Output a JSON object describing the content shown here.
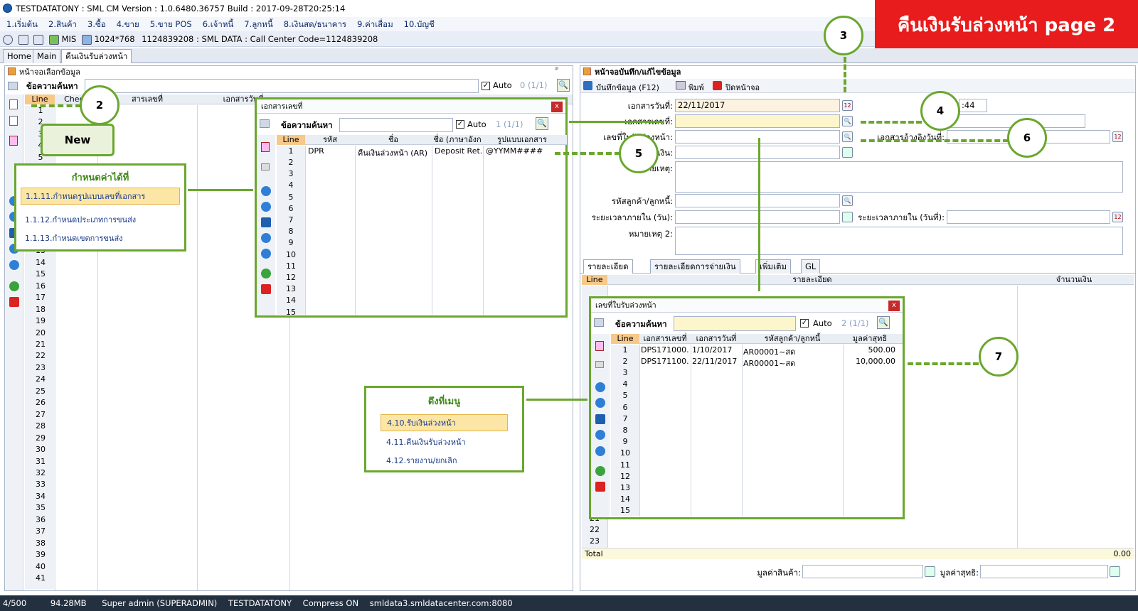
{
  "window": {
    "title": "TESTDATATONY : SML CM Version : 1.0.6480.36757  Build : 2017-09-28T20:25:14"
  },
  "banner": {
    "text": "คืนเงินรับล่วงหน้า  page 2"
  },
  "menu": [
    "1.เริ่มต้น",
    "2.สินค้า",
    "3.ซื้อ",
    "4.ขาย",
    "5.ขาย POS",
    "6.เจ้าหนี้",
    "7.ลูกหนี้",
    "8.เงินสด/ธนาคาร",
    "9.ค่าเสื่อม",
    "10.บัญชี"
  ],
  "toolbar": {
    "mis": "MIS",
    "resolution": "1024*768",
    "info": "1124839208 : SML DATA : Call Center Code=1124839208"
  },
  "tabs": [
    "Home",
    "Main",
    "คืนเงินรับล่วงหน้า"
  ],
  "left": {
    "title": "หน้าจอเลือกข้อมูล",
    "search_label": "ข้อความค้นหา",
    "auto_label": "Auto",
    "count": "0 (1/1)",
    "cols": [
      "Line",
      "Check",
      "สารเลขที่",
      "เอกสารวันที่"
    ],
    "rows": [
      "1",
      "2",
      "3",
      "4",
      "5",
      "6",
      "7",
      "8",
      "9",
      "10",
      "11",
      "12",
      "13",
      "14",
      "15",
      "16",
      "17",
      "18",
      "19",
      "20",
      "21",
      "22",
      "23",
      "24",
      "25",
      "26",
      "27",
      "28",
      "29",
      "30",
      "31",
      "32",
      "33",
      "34",
      "35",
      "36",
      "37",
      "38",
      "39",
      "40",
      "41"
    ]
  },
  "callouts": {
    "new_label": "New",
    "config": {
      "title": "กำหนดค่าได้ที่",
      "items": [
        "1.1.11.กำหนดรูปแบบเลขที่เอกสาร",
        "1.1.12.กำหนดประเภทการขนส่ง",
        "1.1.13.กำหนดเขตการขนส่ง"
      ]
    },
    "menu": {
      "title": "ดึงที่เมนู",
      "items": [
        "4.10.รับเงินล่วงหน้า",
        "4.11.คืนเงินรับล่วงหน้า",
        "4.12.รายงาน/ยกเลิก"
      ]
    }
  },
  "numbers": [
    "2",
    "3",
    "4",
    "5",
    "6",
    "7"
  ],
  "doc_popup": {
    "title": "เอกสารเลขที่",
    "search_label": "ข้อความค้นหา",
    "auto_label": "Auto",
    "count": "1 (1/1)",
    "cols": [
      "Line",
      "รหัส",
      "ชื่อ",
      "ชื่อ (ภาษาอังก",
      "รูปแบบเอกสาร"
    ],
    "rows": [
      {
        "line": "1",
        "code": "DPR",
        "name": "คืนเงินล่วงหน้า (AR)",
        "name_en": "Deposit Ret..",
        "format": "@YYMM####"
      }
    ],
    "empty_rows": [
      "2",
      "3",
      "4",
      "5",
      "6",
      "7",
      "8",
      "9",
      "10",
      "11",
      "12",
      "13",
      "14",
      "15"
    ]
  },
  "right": {
    "title": "หน้าจอบันทึก/แก้ไขข้อมูล",
    "save": "บันทึกข้อมูล (F12)",
    "print": "พิมพ์",
    "close": "ปิดหน้าจอ",
    "doc_date_label": "เอกสารวันที่:",
    "doc_date": "22/11/2017",
    "time_suffix": ":44",
    "doc_no_label": "เอกสารเลขที่:",
    "deposit_no_label": "เลขที่ใบรับล่วงหน้า:",
    "amount_label": "จำนวนเงิน:",
    "note_label": "หมายเหตุ:",
    "customer_label": "รหัสลูกค้า/ลูกหนี้:",
    "days_label": "ระยะเวลาภายใน (วัน):",
    "date_within_label": "ระยะเวลาภายใน (วันที่):",
    "note2_label": "หมายเหตุ 2:",
    "ref_doc_label": "เอกสารอ้างอิงวันที่:",
    "subtabs": [
      "รายละเอียด",
      "รายละเอียดการจ่ายเงิน",
      "เพิ่มเติม",
      "GL"
    ],
    "grid_cols": [
      "Line",
      "รายละเอียด",
      "จำนวนเงิน"
    ],
    "tail_rows": [
      "21",
      "22",
      "23"
    ],
    "total_label": "Total",
    "total_value": "0.00",
    "goods_value_label": "มูลค่าสินค้า:",
    "net_value_label": "มูลค่าสุทธิ:"
  },
  "deposit_popup": {
    "title": "เลขที่ใบรับล่วงหน้า",
    "search_label": "ข้อความค้นหา",
    "auto_label": "Auto",
    "count": "2 (1/1)",
    "cols": [
      "Line",
      "เอกสารเลขที่",
      "เอกสารวันที่",
      "รหัสลูกค้า/ลูกหนี้",
      "มูลค่าสุทธิ"
    ],
    "rows": [
      {
        "line": "1",
        "doc": "DPS171000..",
        "date": "1/10/2017",
        "cust": "AR00001~สด",
        "net": "500.00"
      },
      {
        "line": "2",
        "doc": "DPS171100..",
        "date": "22/11/2017",
        "cust": "AR00001~สด",
        "net": "10,000.00"
      }
    ],
    "empty_rows": [
      "3",
      "4",
      "5",
      "6",
      "7",
      "8",
      "9",
      "10",
      "11",
      "12",
      "13",
      "14",
      "15"
    ]
  },
  "status": {
    "count": "4/500",
    "memory": "94.28MB",
    "user": "Super admin (SUPERADMIN)",
    "db": "TESTDATATONY",
    "compress": "Compress ON",
    "server": "smldata3.smldatacenter.com:8080"
  }
}
